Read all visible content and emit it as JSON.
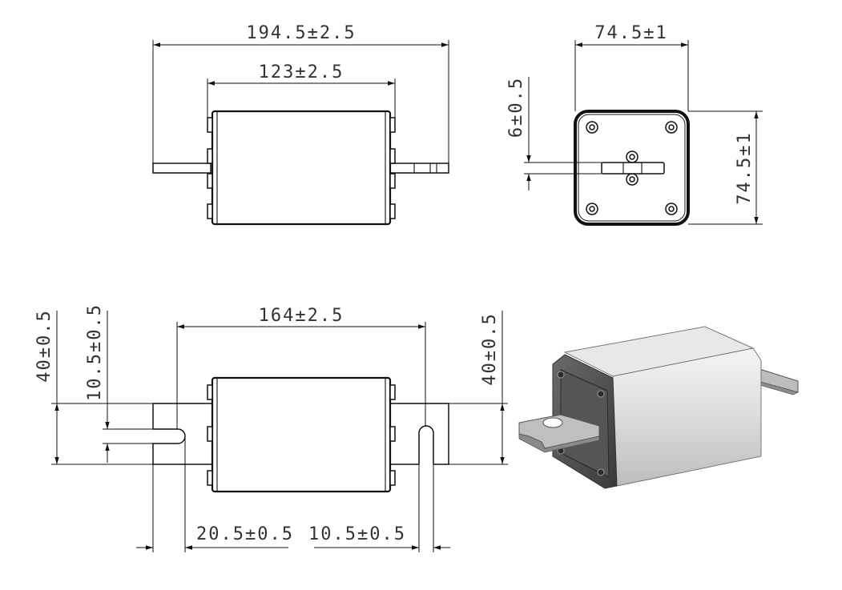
{
  "dimensions": {
    "overall_length": "194.5±2.5",
    "body_length": "123±2.5",
    "end_width": "74.5±1",
    "end_height": "74.5±1",
    "blade_thickness": "6±0.5",
    "terminal_spacing": "164±2.5",
    "blade_height_left": "40±0.5",
    "slot_width_left": "10.5±0.5",
    "blade_height_right": "40±0.5",
    "slot_offset": "20.5±0.5",
    "slot_width_bottom": "10.5±0.5"
  }
}
